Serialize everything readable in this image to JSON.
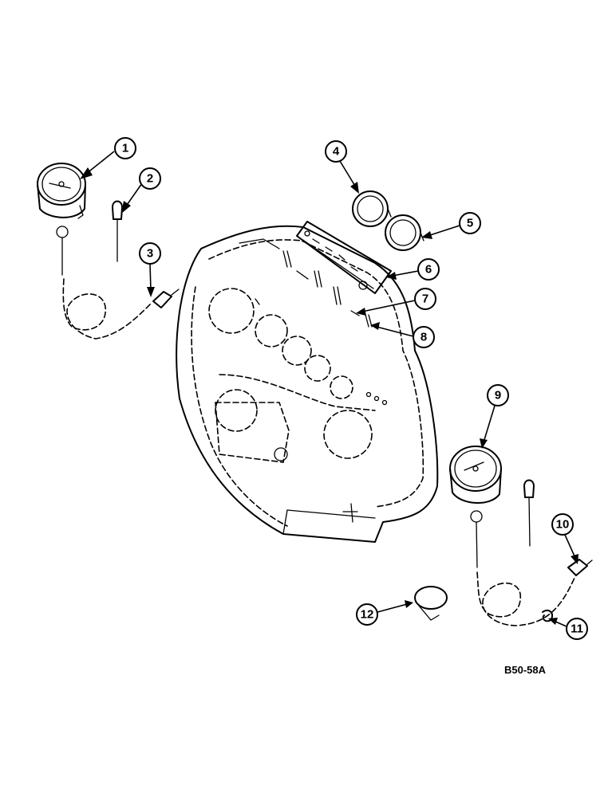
{
  "figure": {
    "reference_code": "B50-58A"
  },
  "callouts": [
    {
      "label": "1"
    },
    {
      "label": "2"
    },
    {
      "label": "3"
    },
    {
      "label": "4"
    },
    {
      "label": "5"
    },
    {
      "label": "6"
    },
    {
      "label": "7"
    },
    {
      "label": "8"
    },
    {
      "label": "9"
    },
    {
      "label": "10"
    },
    {
      "label": "11"
    },
    {
      "label": "12"
    }
  ]
}
